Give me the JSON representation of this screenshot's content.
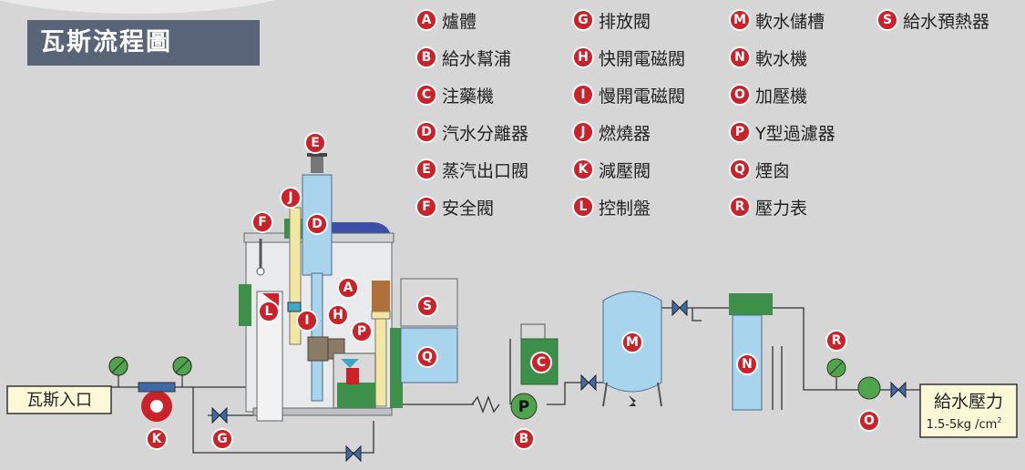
{
  "title": "瓦斯流程圖",
  "legend": [
    {
      "key": "A",
      "text": "爐體"
    },
    {
      "key": "B",
      "text": "給水幫浦"
    },
    {
      "key": "C",
      "text": "注藥機"
    },
    {
      "key": "D",
      "text": "汽水分離器"
    },
    {
      "key": "E",
      "text": "蒸汽出口閥"
    },
    {
      "key": "F",
      "text": "安全閥"
    },
    {
      "key": "G",
      "text": "排放閥"
    },
    {
      "key": "H",
      "text": "快開電磁閥"
    },
    {
      "key": "I",
      "text": "慢開電磁閥"
    },
    {
      "key": "J",
      "text": "燃燒器"
    },
    {
      "key": "K",
      "text": "減壓閥"
    },
    {
      "key": "L",
      "text": "控制盤"
    },
    {
      "key": "M",
      "text": "軟水儲槽"
    },
    {
      "key": "N",
      "text": "軟水機"
    },
    {
      "key": "O",
      "text": "加壓機"
    },
    {
      "key": "P",
      "text": "Y型過濾器"
    },
    {
      "key": "Q",
      "text": "煙囪"
    },
    {
      "key": "R",
      "text": "壓力表"
    },
    {
      "key": "S",
      "text": "給水預熱器"
    }
  ],
  "callouts": {
    "E": "E",
    "J": "J",
    "F": "F",
    "D": "D",
    "A": "A",
    "S": "S",
    "L": "L",
    "I": "I",
    "H": "H",
    "P": "P",
    "Q": "Q",
    "C": "C",
    "M": "M",
    "N": "N",
    "R": "R",
    "K": "K",
    "G": "G",
    "B": "B",
    "O": "O"
  },
  "gas_inlet": "瓦斯入口",
  "water_supply": {
    "label": "給水壓力",
    "value": "1.5-5kg /cm"
  },
  "water_supply_sup": "2",
  "pump_letter": "P",
  "colors": {
    "callout": "#cc2128",
    "title_bg": "#5a6478",
    "background": "#d6d6d6",
    "label_bg": "#fdf8d8"
  }
}
